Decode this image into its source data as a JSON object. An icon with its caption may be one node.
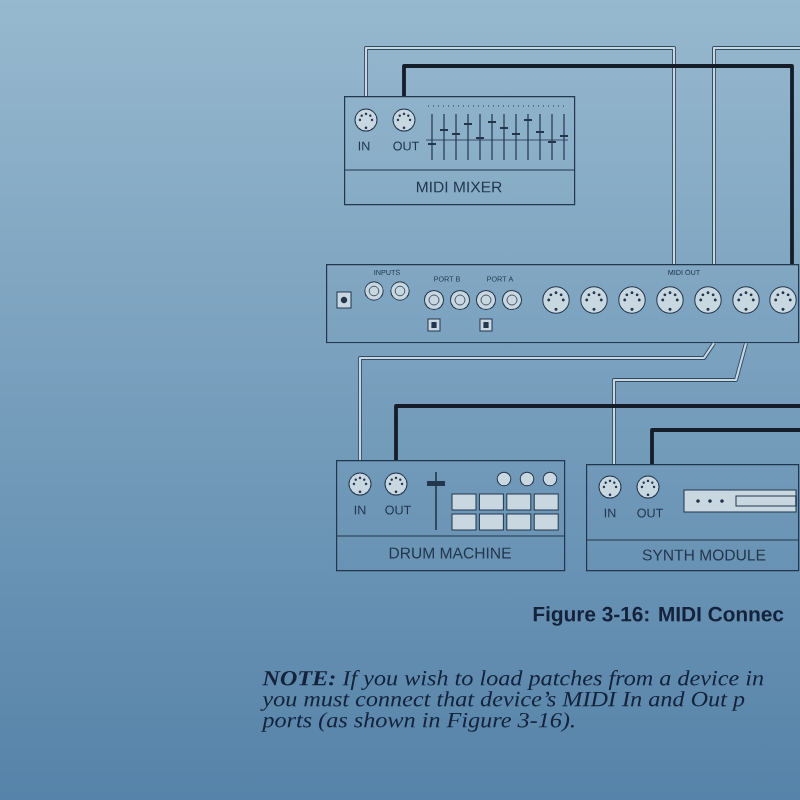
{
  "diagram": {
    "caption": "Figure 3-16: MIDI Connec",
    "nodes": [
      {
        "text": [
          "IN",
          "OUT",
          "MIDI MIXER"
        ]
      },
      {
        "text": [
          "INPUTS",
          "PORT B",
          "PORT A",
          "MIDI OUT"
        ]
      },
      {
        "text": [
          "IN",
          "OUT",
          "DRUM MACHINE"
        ]
      },
      {
        "text": [
          "IN",
          "OUT",
          "SYNTH MODULE"
        ]
      }
    ],
    "edges": [
      {
        "from": 0,
        "to": 1,
        "arrow": "none"
      },
      {
        "from": null,
        "to": 1,
        "arrow": "none"
      },
      {
        "from": 0,
        "to": 1,
        "arrow": "none",
        "color": "#141d28"
      },
      {
        "from": 1,
        "to": 2,
        "arrow": "none"
      },
      {
        "from": 1,
        "to": 3,
        "arrow": "none"
      },
      {
        "from": 2,
        "to": null,
        "arrow": "none",
        "color": "#141d28"
      },
      {
        "from": 3,
        "to": null,
        "arrow": "none",
        "color": "#141d28"
      }
    ],
    "labels": [
      "**NOTE:** If you wish to load patches from a device in",
      "you must connect that device’s MIDI In and Out p",
      "ports (as shown in Figure 3-16)."
    ]
  }
}
